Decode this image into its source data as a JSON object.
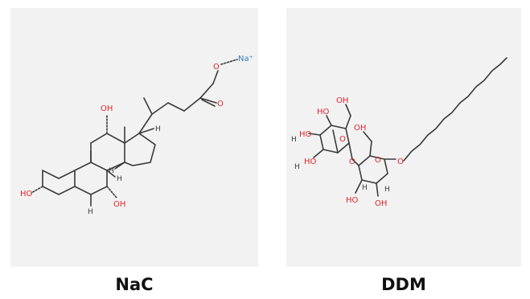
{
  "molecules": [
    {
      "caption": "NaC",
      "labels": {
        "o": "O",
        "oh": "OH",
        "ho": "HO",
        "h": "H",
        "na": "Na⁺"
      }
    },
    {
      "caption": "DDM",
      "labels": {
        "o": "O",
        "oh": "OH",
        "ho": "HO",
        "h": "H"
      }
    }
  ],
  "colors": {
    "panel_bg": "#f2f2f2",
    "bond": "#3a3a3a",
    "oxygen": "#e0242a",
    "sodium": "#3a7bc8"
  }
}
